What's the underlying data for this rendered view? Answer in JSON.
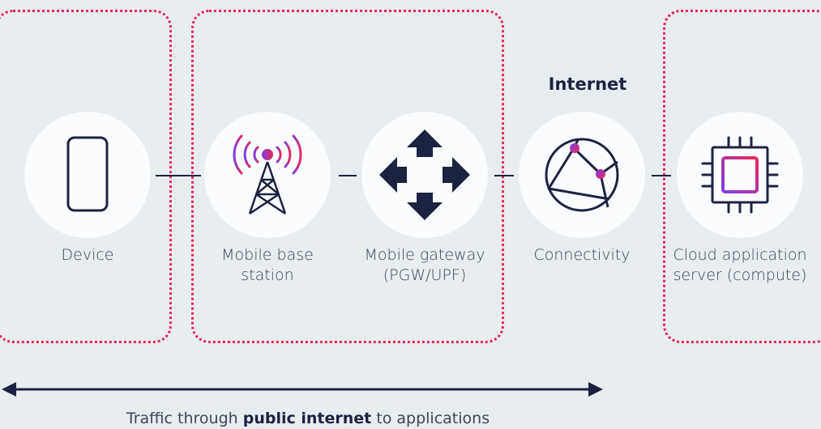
{
  "title": "Internet",
  "nodes": [
    {
      "label": "Device",
      "icon": "smartphone-icon"
    },
    {
      "label": "Mobile base\nstation",
      "icon": "cell-tower-icon"
    },
    {
      "label": "Mobile gateway\n(PGW/UPF)",
      "icon": "gateway-arrows-icon"
    },
    {
      "label": "Connectivity",
      "icon": "network-globe-icon"
    },
    {
      "label": "Cloud application\nserver (compute)",
      "icon": "cpu-chip-icon"
    }
  ],
  "caption": {
    "prefix": "Traffic through ",
    "bold": "public internet",
    "suffix": " to applications"
  },
  "colors": {
    "background": "#e8edf0",
    "dotted_border": "#e8275a",
    "navy": "#1c2340",
    "gradient_start": "#7b3fe4",
    "gradient_end": "#e8275a",
    "node_fill": "#fbfcfd"
  }
}
